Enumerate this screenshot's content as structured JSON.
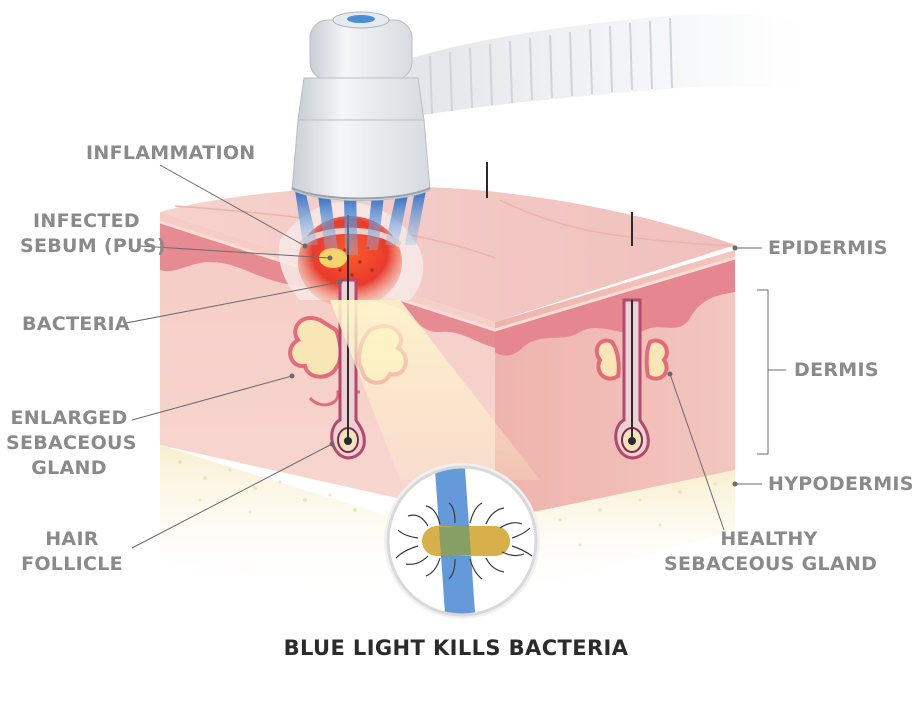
{
  "labels": {
    "inflammation": "INFLAMMATION",
    "infected_sebum": [
      "INFECTED",
      "SEBUM (PUS)"
    ],
    "bacteria": "BACTERIA",
    "enlarged_gland": [
      "ENLARGED",
      "SEBACEOUS",
      "GLAND"
    ],
    "hair_follicle": [
      "HAIR",
      "FOLLICLE"
    ],
    "epidermis": "EPIDERMIS",
    "dermis": "DERMIS",
    "hypodermis": "HYPODERMIS",
    "healthy_gland": [
      "HEALTHY",
      "SEBACEOUS GLAND"
    ]
  },
  "caption": "BLUE LIGHT KILLS BACTERIA",
  "colors": {
    "label": "#8a8a8a",
    "caption": "#2b2b2b",
    "skin_top": "#f2c9c4",
    "dermis": "#f4c3bd",
    "epidermis_band": "#e98a92",
    "hypodermis": "#f7eecf",
    "blue_light": "#3a7fd0",
    "inflammation": "#e8352a",
    "device": "#e6e9ec"
  },
  "icons": {
    "device": "blue-light-device-icon",
    "bacterium": "bacterium-icon",
    "magnifier": "magnifier-circle-icon"
  }
}
